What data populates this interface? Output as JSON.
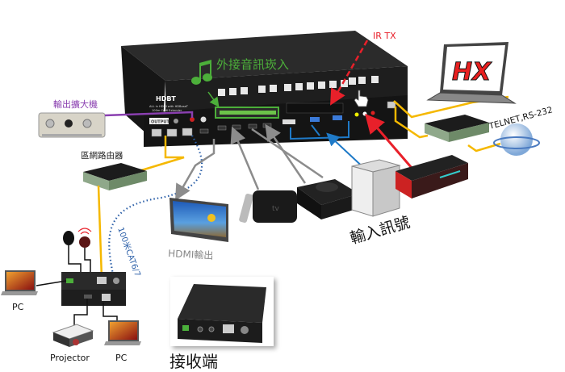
{
  "switcher": {
    "brand": "HDBT",
    "model_line1": "ALL in HDMI with HDBaseT",
    "model_line2": "100m Cat6 Extender",
    "output_label": "OUTPUT"
  },
  "labels": {
    "audio_embed": "外接音訊崁入",
    "ir_tx": "IR TX",
    "amplifier": "輸出擴大機",
    "lan_router": "區網路由器",
    "telnet": "TELNET,RS-232",
    "hdmi_out": "HDMI輸出",
    "cable": "100米CAT6/7",
    "input_signal": "輸入訊號",
    "receiver": "接收端",
    "pc_left": "PC",
    "projector": "Projector",
    "pc_bottom": "PC"
  },
  "laptop_logo": "HX",
  "apple_tv_logo": "tv",
  "colors": {
    "audio_green": "#4caf3a",
    "ir_red": "#e8202a",
    "amp_purple": "#8a3fb0",
    "lan_yellow": "#f5b800",
    "vga_blue": "#1f7ac8",
    "hdmi_gray": "#8c8c8c",
    "cable_blue": "#2b5fa8"
  }
}
